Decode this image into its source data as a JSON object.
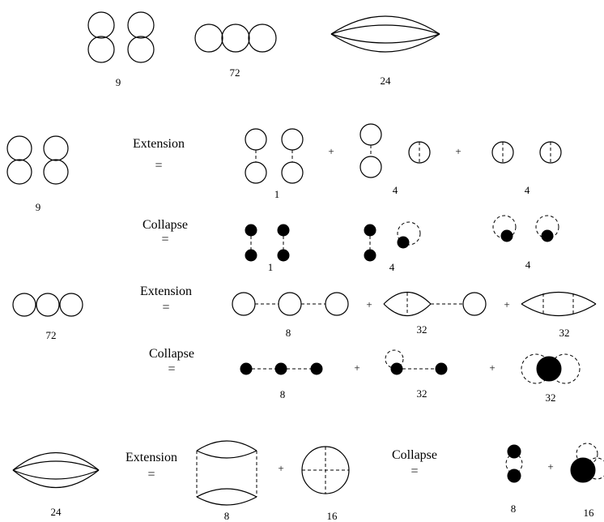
{
  "figure": {
    "words": {
      "extension": "Extension",
      "collapse": "Collapse",
      "equals": "=",
      "plus": "+"
    },
    "top_row": {
      "double_eight_count": "9",
      "chain_count": "72",
      "melon_count": "24"
    },
    "block_double_eight": {
      "source_count": "9",
      "extension_counts": [
        "1",
        "4",
        "4"
      ],
      "collapse_counts": [
        "1",
        "4",
        "4"
      ]
    },
    "block_chain": {
      "source_count": "72",
      "extension_counts": [
        "8",
        "32",
        "32"
      ],
      "collapse_counts": [
        "8",
        "32",
        "32"
      ]
    },
    "block_melon": {
      "source_count": "24",
      "extension_counts": [
        "8",
        "16"
      ],
      "collapse_counts": [
        "8",
        "16"
      ]
    }
  }
}
